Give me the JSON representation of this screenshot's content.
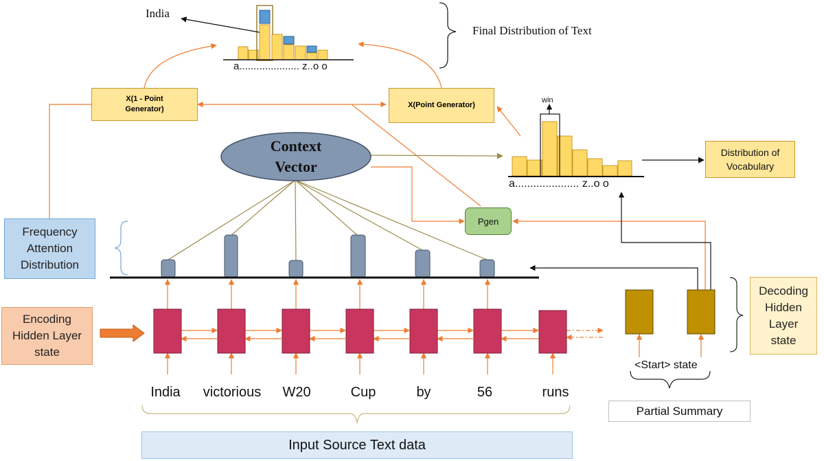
{
  "diagram": {
    "context_vector": "Context\nVector",
    "pgen": "Pgen",
    "multiplier_left": "X(1 - Point\nGenerator)",
    "multiplier_right": "X(Point Generator)",
    "final_distribution_label": "Final Distribution of Text",
    "output_word": "India",
    "final_axis": "a..................... z..o o",
    "vocab_axis": "a..................... z..o o",
    "win_label": "win",
    "vocab_label": "Distribution of\nVocabulary",
    "frequency_attention": "Frequency\nAttention\nDistribution",
    "encoding_hidden": "Encoding\nHidden Layer\nstate",
    "decoding_hidden": "Decoding\nHidden\nLayer\nstate",
    "start_state": "<Start> state",
    "partial_summary": "Partial Summary",
    "input_source": "Input Source Text data",
    "input_words": [
      "India",
      "victorious",
      "W20",
      "Cup",
      "by",
      "56",
      "runs"
    ]
  },
  "colors": {
    "encoder_cell": "#c8365e",
    "decoder_cell": "#bf9000",
    "attention_bar": "#8497b0",
    "context_ellipse": "#8497b0",
    "dist_bar": "#ffd966",
    "copy_bar": "#5b9bd5",
    "arrow_orange": "#ed7d31",
    "line_olive": "#9c8a4a"
  }
}
